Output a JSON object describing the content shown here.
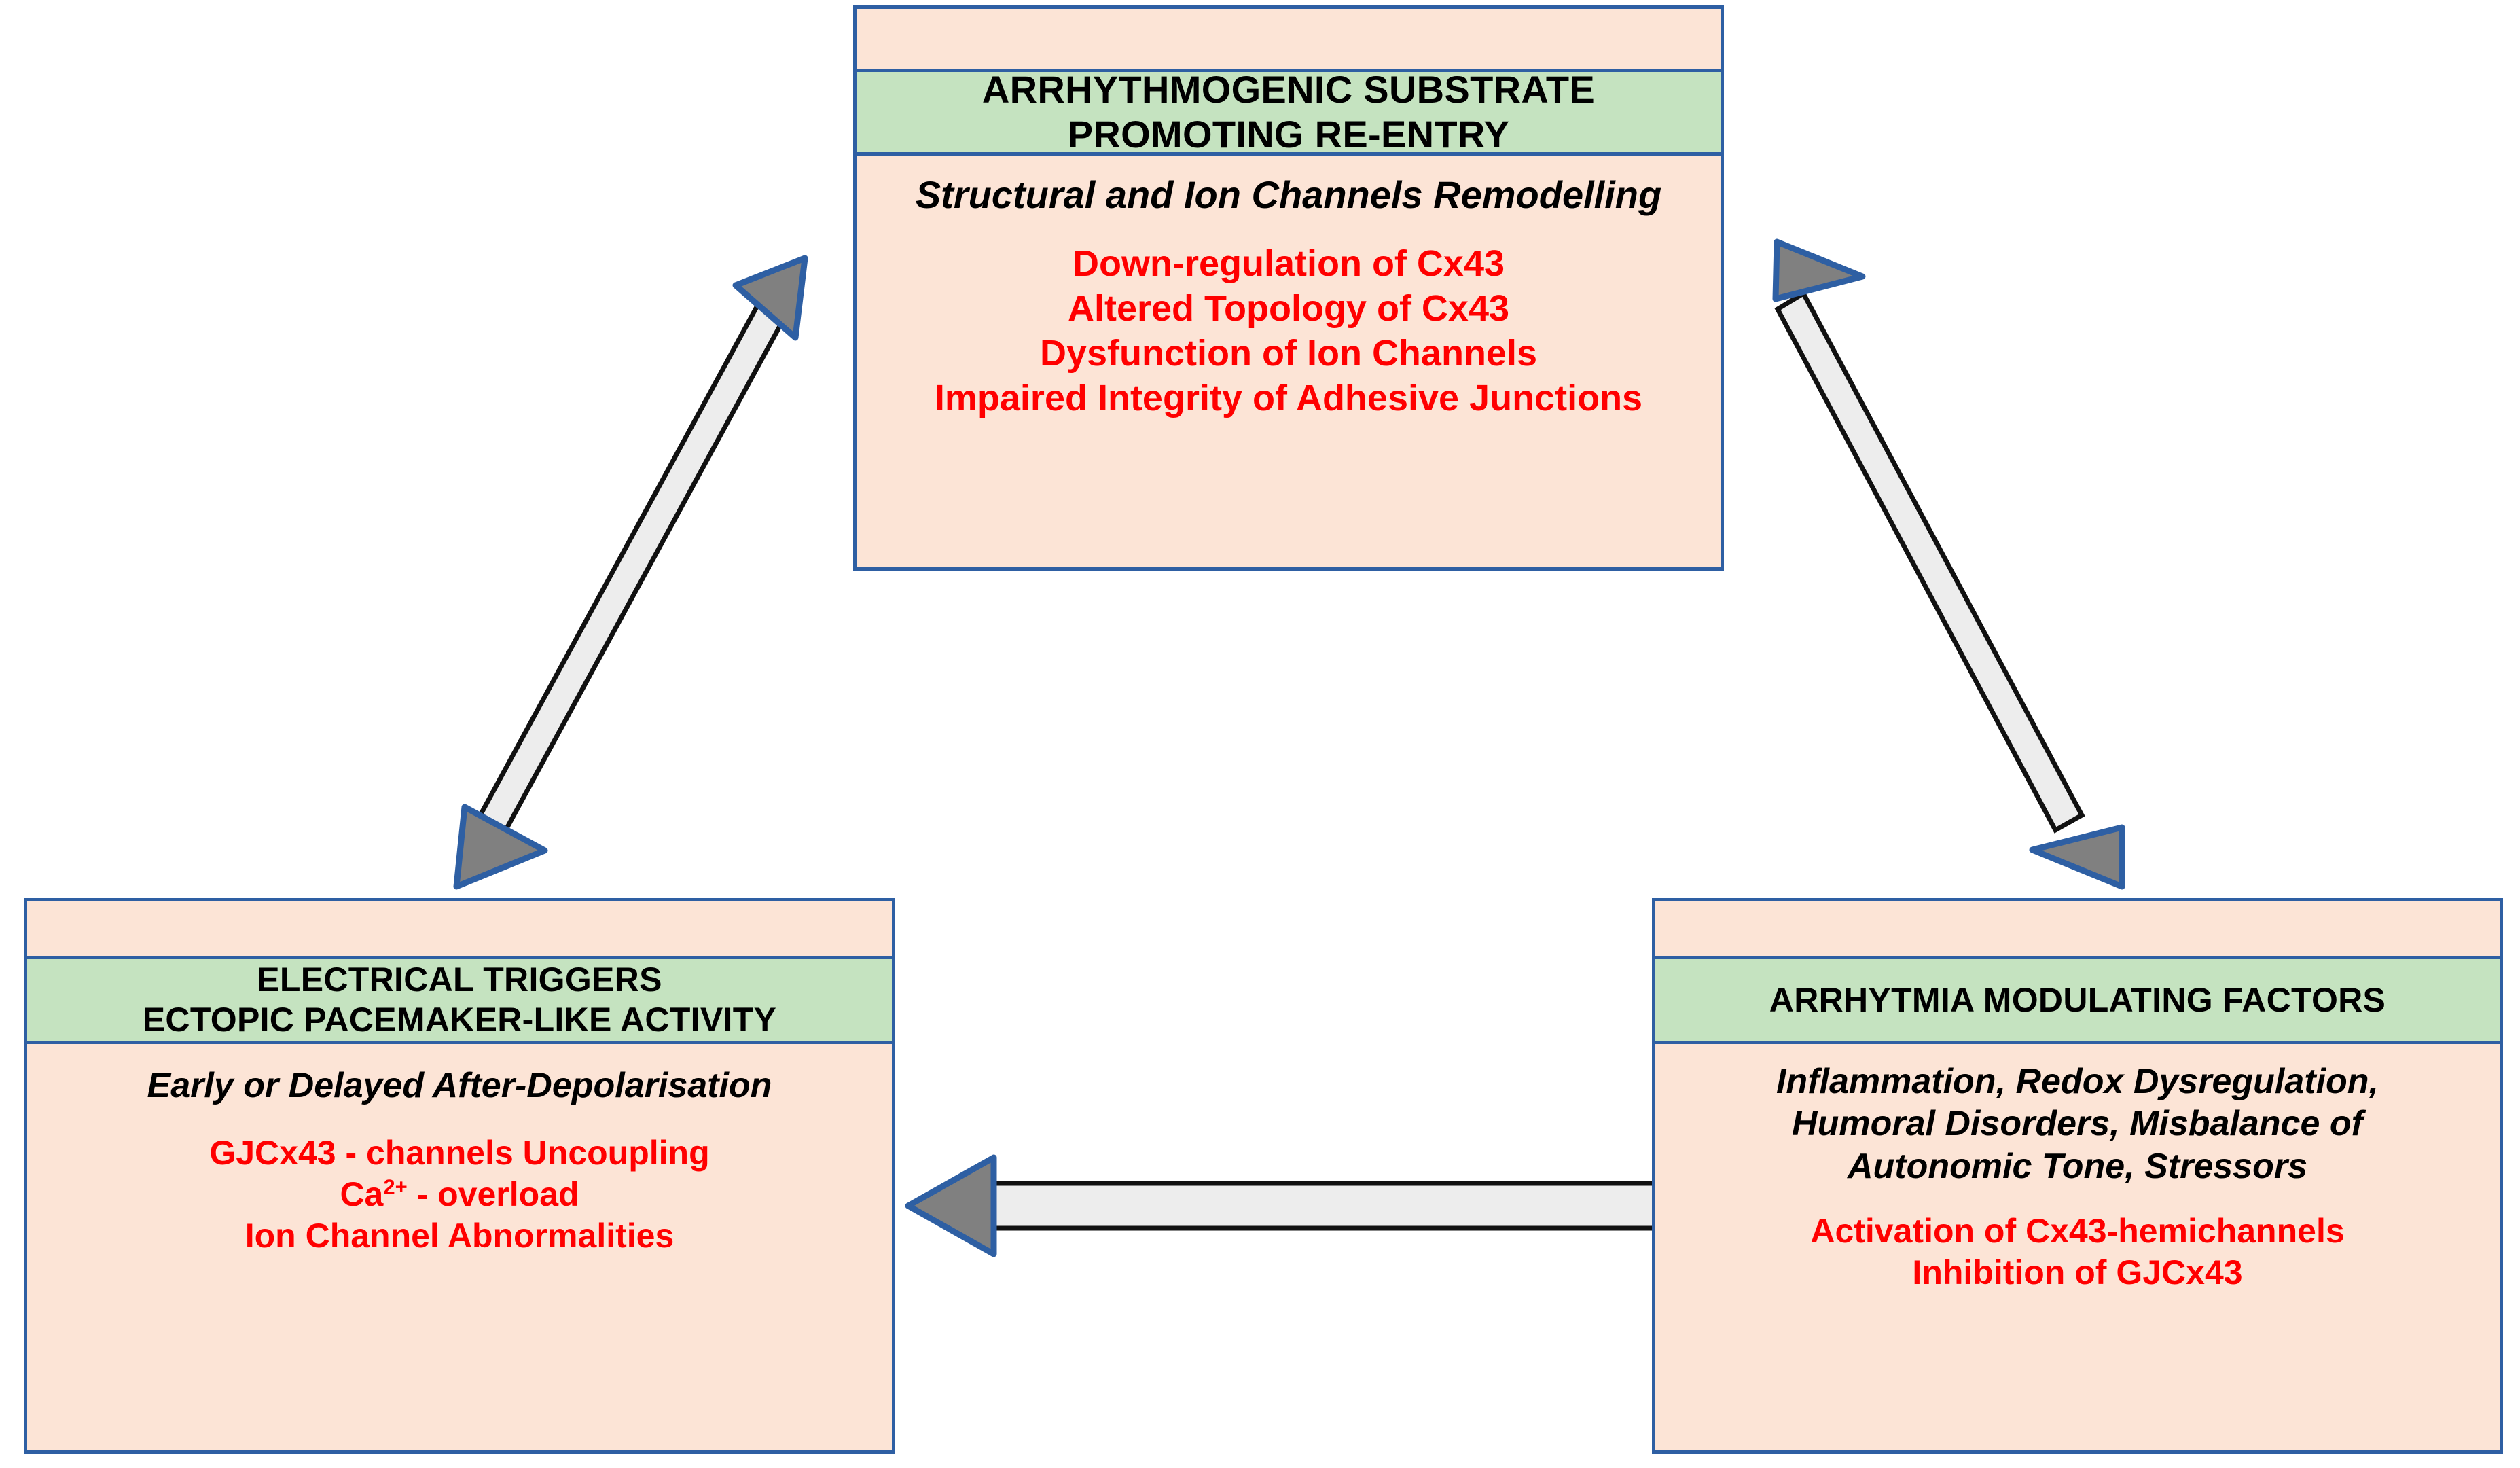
{
  "diagram": {
    "title": "Arrhythmogenic mechanisms triangle",
    "colors": {
      "header_green": "#c5e3c0",
      "body_peach": "#fce4d6",
      "box_border_blue": "#2e5fa3",
      "accent_red": "#ff0000",
      "arrow_head_gray": "#808080",
      "arrow_shaft_light": "#ededed",
      "background": "#ffffff"
    },
    "nodes": [
      {
        "id": "arrhythmogenic-substrate",
        "header": "ARRHYTHMOGENIC SUBSTRATE PROMOTING RE-ENTRY",
        "header_line1": "ARRHYTHMOGENIC SUBSTRATE",
        "header_line2": "PROMOTING RE-ENTRY",
        "subtitle": "Structural and Ion Channels Remodelling",
        "items": [
          "Down-regulation of Cx43",
          "Altered Topology of Cx43",
          "Dysfunction of Ion Channels",
          "Impaired Integrity of Adhesive Junctions"
        ]
      },
      {
        "id": "electrical-triggers",
        "header": "ELECTRICAL TRIGGERS ECTOPIC PACEMAKER-LIKE ACTIVITY",
        "header_line1": "ELECTRICAL TRIGGERS",
        "header_line2": "ECTOPIC PACEMAKER-LIKE ACTIVITY",
        "subtitle": "Early or Delayed After-Depolarisation",
        "items": [
          "GJCx43 - channels Uncoupling",
          "Ca2+ - overload",
          "Ion Channel Abnormalities"
        ],
        "item_ca_base": "Ca",
        "item_ca_sup": "2+",
        "item_ca_tail": " - overload"
      },
      {
        "id": "arrhytmia-modulating-factors",
        "header": "ARRHYTMIA MODULATING FACTORS",
        "header_line1": "ARRHYTMIA MODULATING FACTORS",
        "header_line2": "",
        "subtitle": "Inflammation, Redox Dysregulation, Humoral Disorders, Misbalance of Autonomic Tone, Stressors",
        "subtitle_line1": "Inflammation, Redox Dysregulation,",
        "subtitle_line2": "Humoral Disorders, Misbalance of",
        "subtitle_line3": "Autonomic Tone, Stressors",
        "items": [
          "Activation of Cx43-hemichannels",
          "Inhibition of GJCx43"
        ]
      }
    ],
    "connectors": [
      {
        "id": "substrate-triggers",
        "label": "bidirectional arrow between arrhythmogenic substrate and electrical triggers",
        "style": "double-headed"
      },
      {
        "id": "substrate-modulating",
        "label": "bidirectional arrow between arrhythmogenic substrate and arrhythmia modulating factors",
        "style": "double-headed"
      },
      {
        "id": "triggers-modulating",
        "label": "bidirectional arrow between electrical triggers and arrhythmia modulating factors",
        "style": "double-headed"
      }
    ]
  }
}
